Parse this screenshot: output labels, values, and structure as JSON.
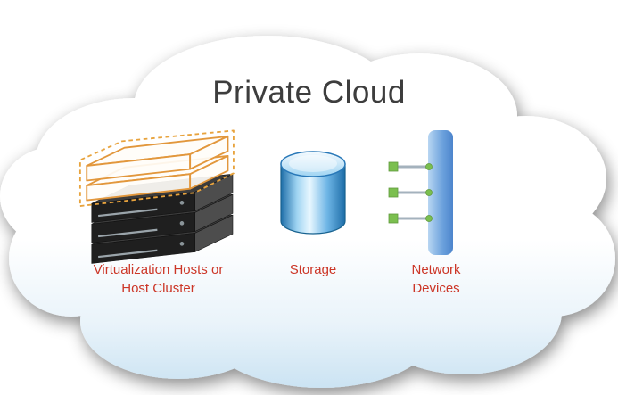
{
  "diagram": {
    "title": "Private Cloud",
    "nodes": [
      {
        "id": "virtualization-hosts",
        "icon": "server-stack-icon",
        "label_line1": "Virtualization Hosts or",
        "label_line2": "Host Cluster"
      },
      {
        "id": "storage",
        "icon": "storage-cylinder-icon",
        "label_line1": "Storage"
      },
      {
        "id": "network-devices",
        "icon": "network-switch-icon",
        "label_line1": "Network",
        "label_line2": "Devices"
      }
    ],
    "colors": {
      "label_red": "#cc3627",
      "title_gray": "#3d3d3d",
      "cloud_fill_top": "#ffffff",
      "cloud_fill_bottom": "#c9e2f2",
      "virtualization_orange": "#e8a33d",
      "server_dark": "#1f1f1f",
      "storage_blue": "#2878b8",
      "network_bar_blue": "#6aa0dc",
      "connector_green": "#7bbf4f"
    }
  }
}
